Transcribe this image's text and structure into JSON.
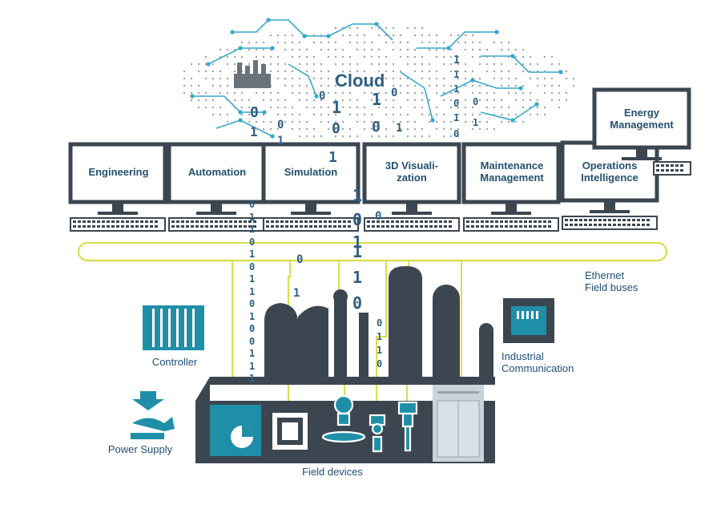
{
  "cloud": {
    "title": "Cloud"
  },
  "computers": [
    {
      "label": "Engineering"
    },
    {
      "label": "Automation"
    },
    {
      "label": "Simulation"
    },
    {
      "label": "3D Visuali-\nzation"
    },
    {
      "label": "Maintenance\nManagement"
    },
    {
      "label": "Operations\nIntelligence"
    },
    {
      "label": "Energy\nManagement"
    }
  ],
  "network": {
    "label_line1": "Ethernet",
    "label_line2": "Field buses"
  },
  "components": {
    "controller": "Controller",
    "power_supply": "Power Supply",
    "industrial_communication_line1": "Industrial",
    "industrial_communication_line2": "Communication",
    "field_devices": "Field devices"
  },
  "binary_streams": {
    "cloud_bits": [
      "0",
      "1",
      "0",
      "1",
      "0",
      "1",
      "0",
      "1",
      "1",
      "0",
      "1",
      "1",
      "1",
      "0",
      "1",
      "0",
      "0",
      "1",
      "0",
      "1"
    ],
    "left_stream": [
      "0",
      "1",
      "1",
      "0",
      "1",
      "0",
      "1",
      "1",
      "0",
      "1",
      "0",
      "0",
      "1",
      "1",
      "1"
    ],
    "mid_stream": [
      "1",
      "0",
      "1",
      "0",
      "1",
      "1",
      "0",
      "1",
      "0"
    ],
    "right_stream": [
      "0",
      "1",
      "1",
      "0"
    ]
  },
  "colors": {
    "dark": "#3b4650",
    "teal": "#1f8fa8",
    "accent_line": "#d7df4f",
    "text_blue": "#1f4e79",
    "cloud_line": "#35a9c9"
  }
}
